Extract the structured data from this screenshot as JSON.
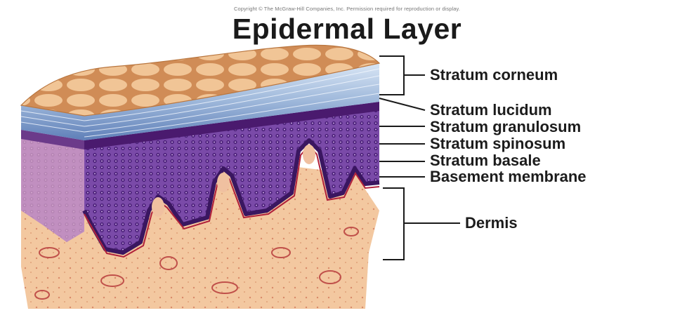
{
  "header": {
    "copyright": "Copyright © The McGraw-Hill Companies, Inc. Permission required for reproduction or display.",
    "title": "Epidermal Layer"
  },
  "labels": {
    "stratum_corneum": "Stratum corneum",
    "stratum_lucidum": "Stratum lucidum",
    "stratum_granulosum": "Stratum granulosum",
    "stratum_spinosum": "Stratum spinosum",
    "stratum_basale": "Stratum basale",
    "basement_membrane": "Basement membrane",
    "dermis": "Dermis"
  },
  "colors": {
    "corneum_cells": "#e9b27a",
    "lucidum_bands": "#9bb6d8",
    "epidermis_purple": "#5b2d8a",
    "basale_dark": "#3a1660",
    "basement_red": "#b0203a",
    "dermis": "#f2c49a"
  }
}
